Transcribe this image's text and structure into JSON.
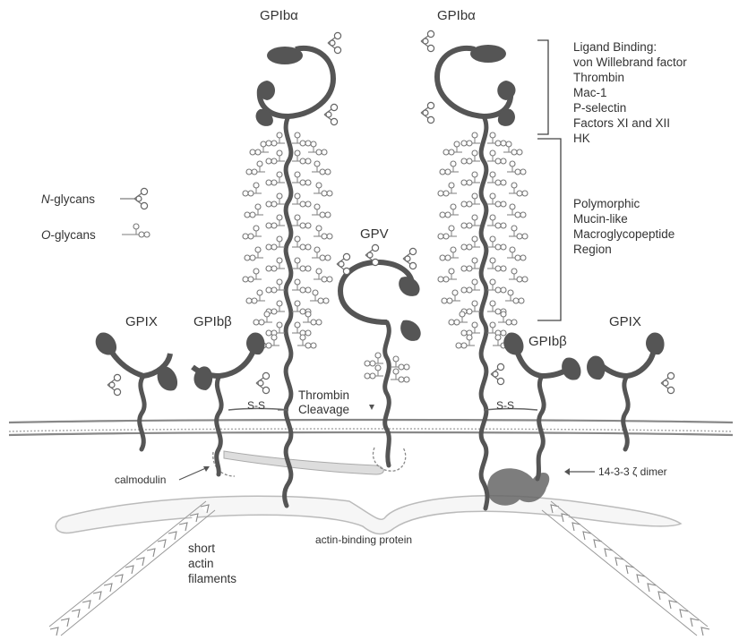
{
  "proteins": {
    "gpib_alpha_left": "GPIbα",
    "gpib_alpha_right": "GPIbα",
    "gpv": "GPV",
    "gpix_left": "GPIX",
    "gpib_beta_left": "GPIbβ",
    "gpib_beta_right": "GPIbβ",
    "gpix_right": "GPIX"
  },
  "legend": {
    "n_glycans_italic": "N",
    "n_glycans_rest": "-glycans",
    "o_glycans_italic": "O",
    "o_glycans_rest": "-glycans"
  },
  "ligand_binding": {
    "lines": [
      "Ligand Binding:",
      "von Willebrand factor",
      "Thrombin",
      "Mac-1",
      "P-selectin",
      "Factors XI and XII",
      "HK"
    ]
  },
  "mucin_region": {
    "lines": [
      "Polymorphic",
      "Mucin-like",
      "Macroglycopeptide",
      "Region"
    ]
  },
  "labels": {
    "ss_left": "S-S",
    "ss_right": "S-S",
    "thrombin_line1": "Thrombin",
    "thrombin_line2": "Cleavage",
    "calmodulin": "calmodulin",
    "dimer": "14-3-3 ζ dimer",
    "actin_binding_protein": "actin-binding protein",
    "short_actin_line1": "short",
    "short_actin_line2": "actin",
    "short_actin_line3": "filaments"
  }
}
